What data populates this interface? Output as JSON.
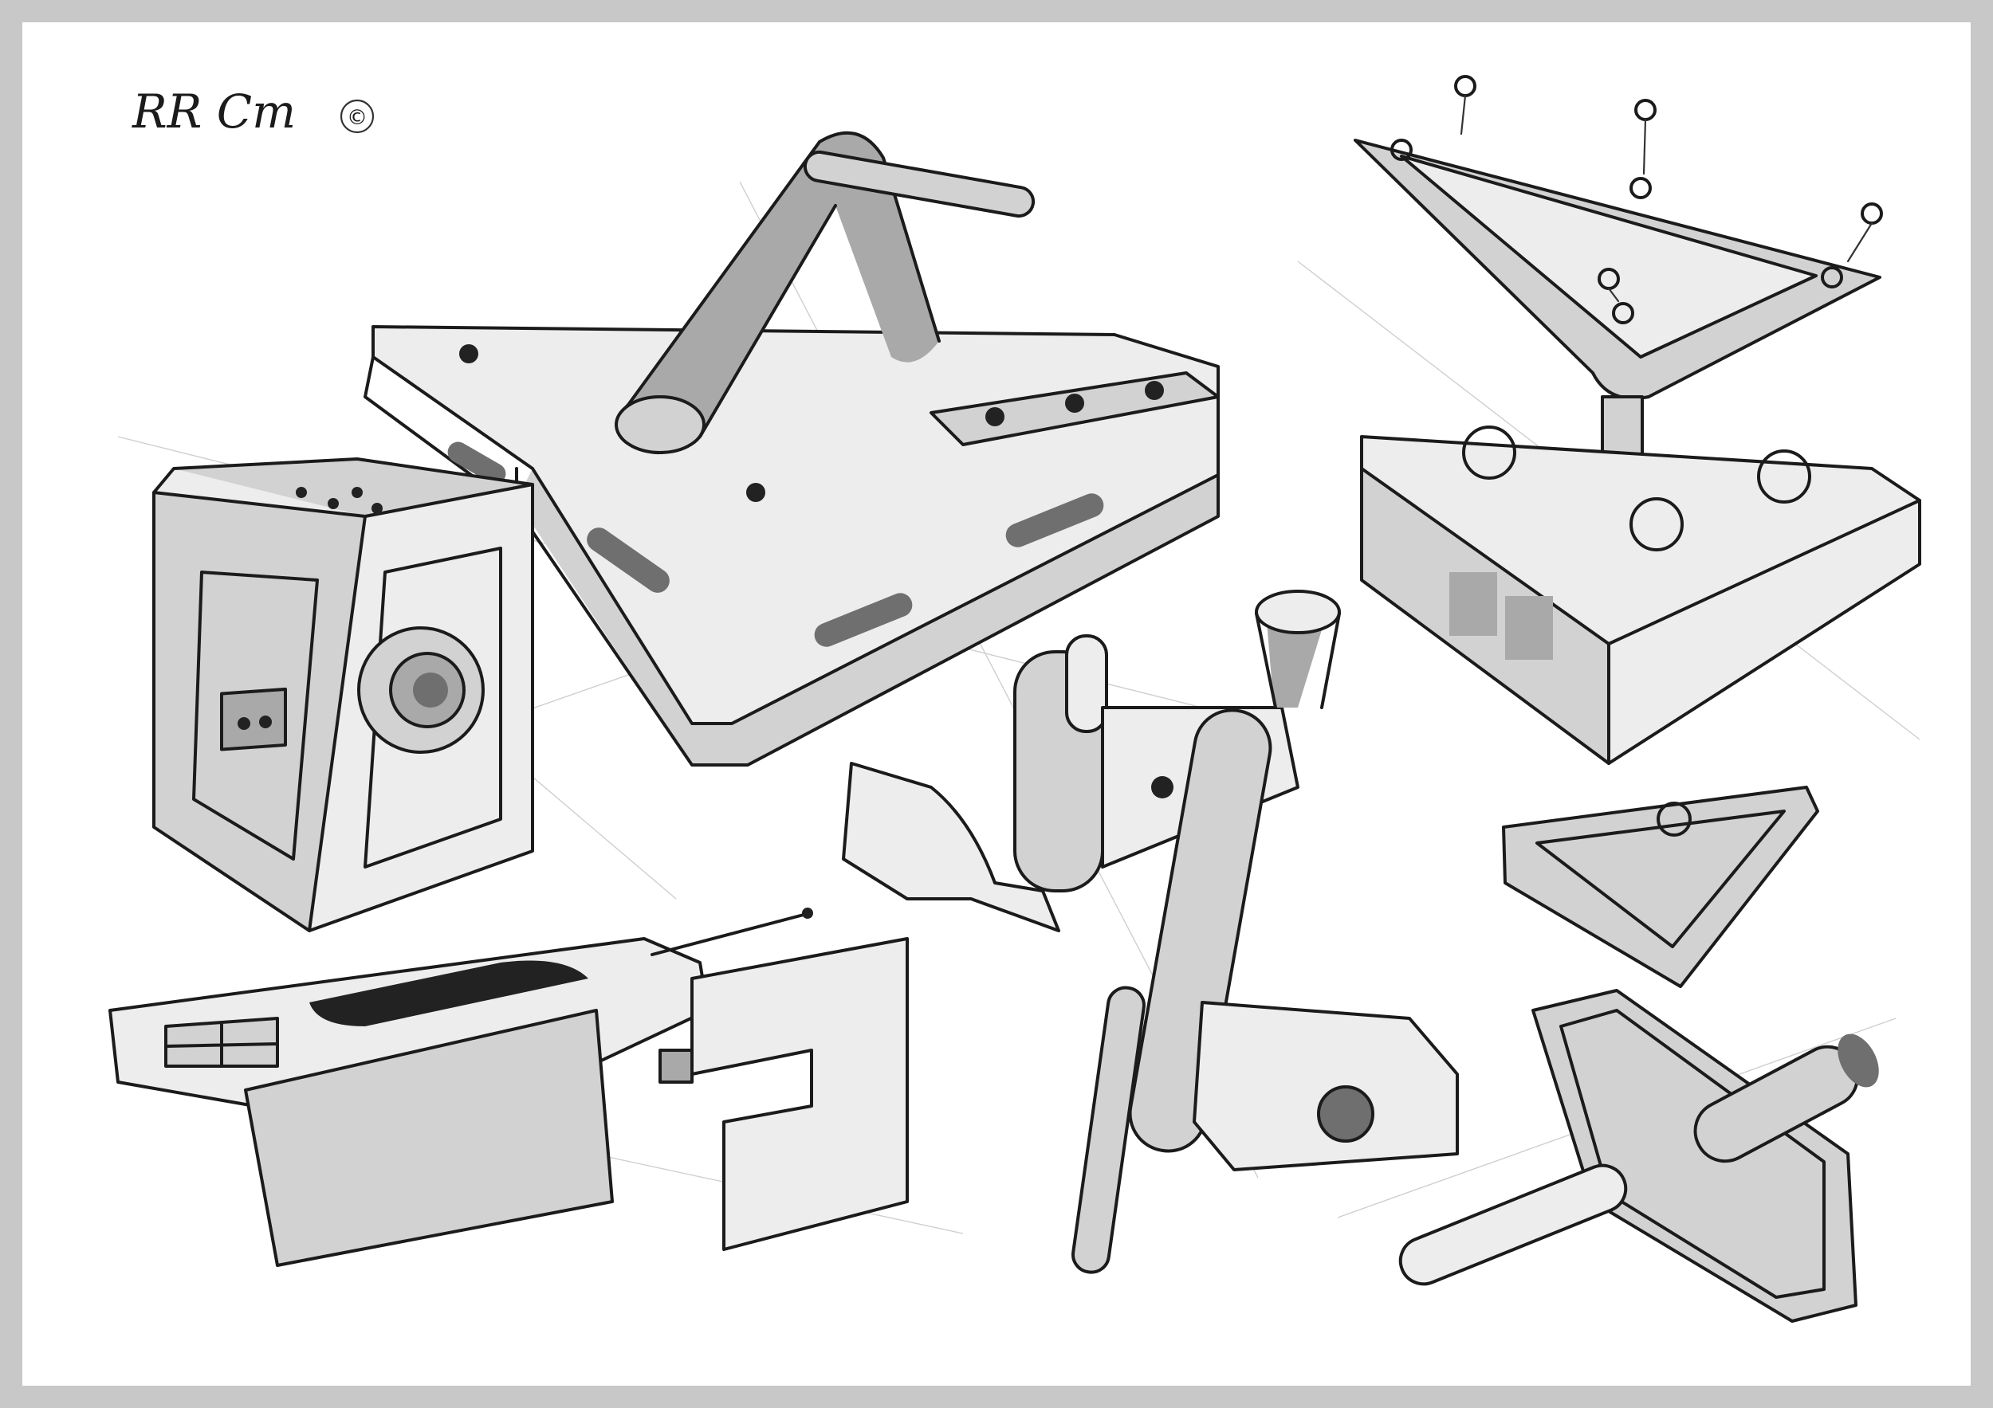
{
  "signature": {
    "text": "RR Cm",
    "copyright_symbol": "©"
  },
  "sketches": [
    {
      "name": "clamp-block-with-handle"
    },
    {
      "name": "cube-housing-with-socket"
    },
    {
      "name": "triangular-frame-box-exploded"
    },
    {
      "name": "pivot-arm-with-pins"
    },
    {
      "name": "slide-device-with-bracket"
    },
    {
      "name": "triangular-plate-with-stem"
    }
  ]
}
